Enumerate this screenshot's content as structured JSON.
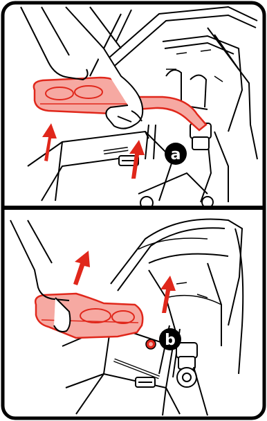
{
  "panels": [
    {
      "id": "top",
      "marker": {
        "label": "a"
      }
    },
    {
      "id": "bottom",
      "marker": {
        "label": "b"
      }
    }
  ],
  "colors": {
    "outline": "#000000",
    "tray_fill": "#f6a9a2",
    "tray_stroke": "#e0271b",
    "arrow": "#e0271b",
    "marker_bg": "#000000"
  },
  "icons": [
    "up-arrow-icon",
    "hand-icon",
    "snack-tray-icon",
    "stroller-seat-icon",
    "harness-buckle-icon",
    "release-button-icon"
  ]
}
